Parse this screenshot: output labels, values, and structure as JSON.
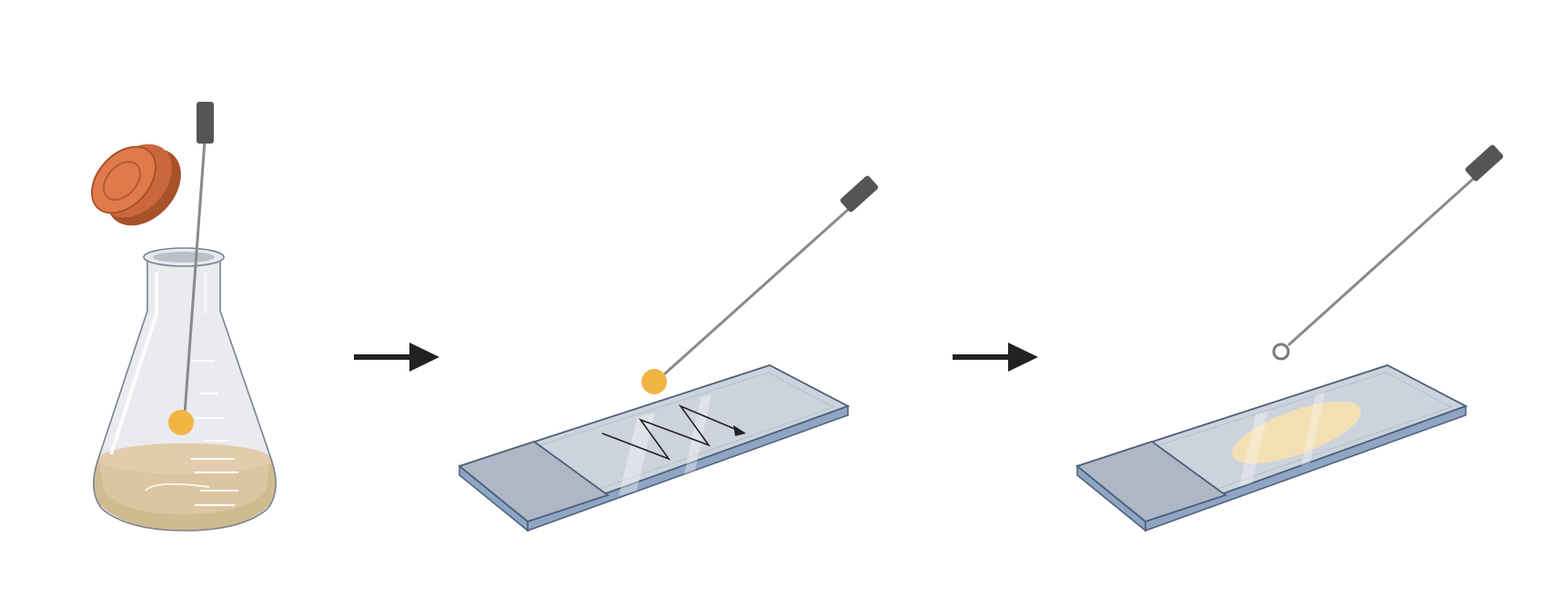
{
  "diagram": {
    "steps": [
      {
        "name": "flask-with-culture",
        "loop_state": "loaded"
      },
      {
        "name": "slide-with-zigzag-streak",
        "loop_state": "loaded"
      },
      {
        "name": "slide-with-smear",
        "loop_state": "empty"
      }
    ],
    "colors": {
      "background": "#ffffff",
      "arrow": "#222222",
      "culture_liquid": "#e2ab52",
      "culture_liquid_dark": "#c8952f",
      "loop_droplet": "#f2b544",
      "smear": "#f2e0b4",
      "cap": "#e07a4b",
      "cap_dark": "#a8522a",
      "glass": "#d7dbe2",
      "slide_top": "#cdd3dd",
      "slide_frosted": "#aeb7c6",
      "slide_edge": "#8fa5c4",
      "slide_outline": "#4d5f78",
      "loop_handle": "#555555",
      "loop_wire": "#8a8a8a"
    },
    "icons": [
      "flask-icon",
      "cap-icon",
      "inoculation-loop-icon",
      "arrow-right-icon",
      "microscope-slide-icon"
    ]
  }
}
